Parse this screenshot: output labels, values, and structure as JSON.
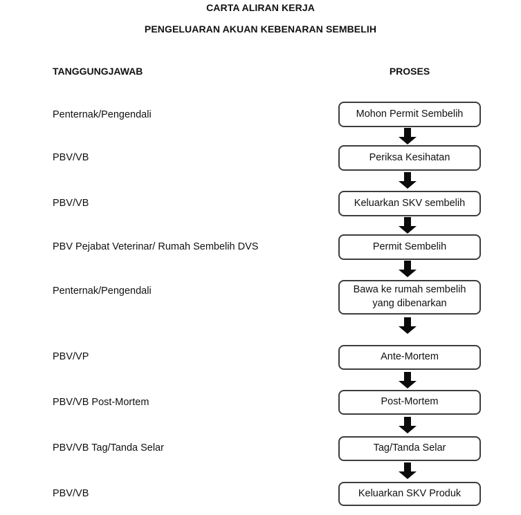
{
  "document": {
    "title_line1": "CARTA ALIRAN KERJA",
    "title_line2": "PENGELUARAN AKUAN KEBENARAN SEMBELIH",
    "columns": {
      "left": "TANGGUNGJAWAB",
      "right": "PROSES"
    }
  },
  "flow": {
    "rows": [
      {
        "responsibility": "Penternak/Pengendali",
        "process": "Mohon Permit Sembelih"
      },
      {
        "responsibility": "PBV/VB",
        "process": "Periksa Kesihatan"
      },
      {
        "responsibility": "PBV/VB",
        "process": "Keluarkan SKV sembelih"
      },
      {
        "responsibility": "PBV Pejabat Veterinar/ Rumah Sembelih DVS",
        "process": "Permit Sembelih"
      },
      {
        "responsibility": "Penternak/Pengendali",
        "process": "Bawa ke rumah sembelih yang dibenarkan"
      },
      {
        "responsibility": "PBV/VP",
        "process": "Ante-Mortem"
      },
      {
        "responsibility": "PBV/VB Post-Mortem",
        "process": "Post-Mortem"
      },
      {
        "responsibility": "PBV/VB Tag/Tanda Selar",
        "process": "Tag/Tanda Selar"
      },
      {
        "responsibility": "PBV/VB",
        "process": "Keluarkan SKV Produk"
      }
    ]
  },
  "colors": {
    "background": "#ffffff",
    "text": "#111111",
    "box_border": "#3d3d3d",
    "arrow": "#0b0b0b"
  }
}
